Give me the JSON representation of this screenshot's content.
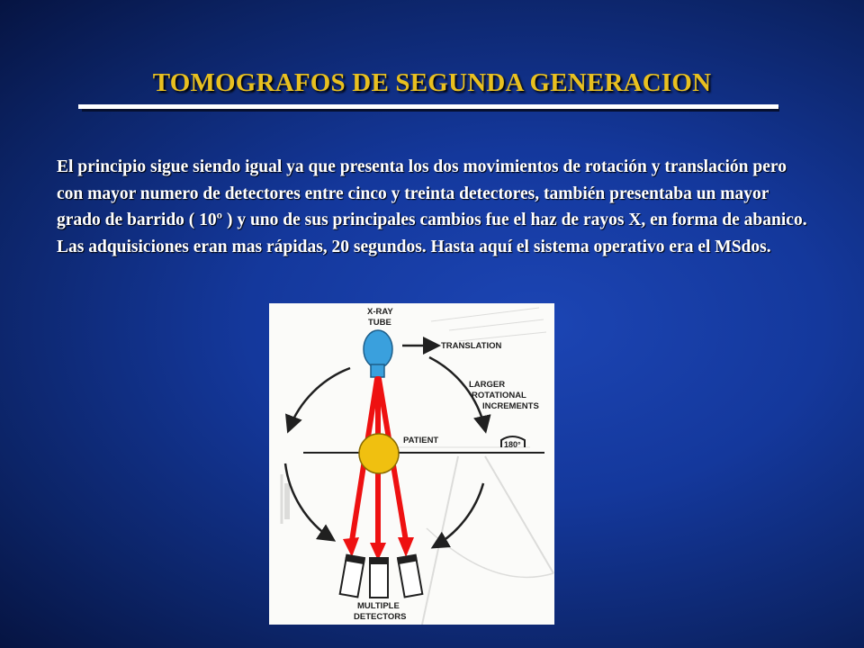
{
  "slide": {
    "title": "TOMOGRAFOS DE SEGUNDA GENERACION",
    "body": "El principio sigue siendo igual ya que presenta los dos movimientos de rotación y translación pero con mayor numero de detectores entre cinco y treinta detectores, también presentaba un mayor grado de barrido ( 10º ) y uno de sus principales cambios fue el haz de rayos X, en forma de abanico. Las adquisiciones eran mas rápidas, 20 segundos. Hasta aquí el sistema operativo era el MSdos."
  },
  "figure": {
    "labels": {
      "xray_tube_line1": "X-RAY",
      "xray_tube_line2": "TUBE",
      "translation": "TRANSLATION",
      "larger_line1": "LARGER",
      "larger_line2": "ROTATIONAL",
      "larger_line3": "INCREMENTS",
      "patient": "PATIENT",
      "degrees": "180°",
      "multiple_line1": "MULTIPLE",
      "multiple_line2": "DETECTORS"
    },
    "colors": {
      "tube": "#3aa0dd",
      "patient": "#f0c010",
      "beam": "#ee1111",
      "title": "#e8c020"
    }
  }
}
